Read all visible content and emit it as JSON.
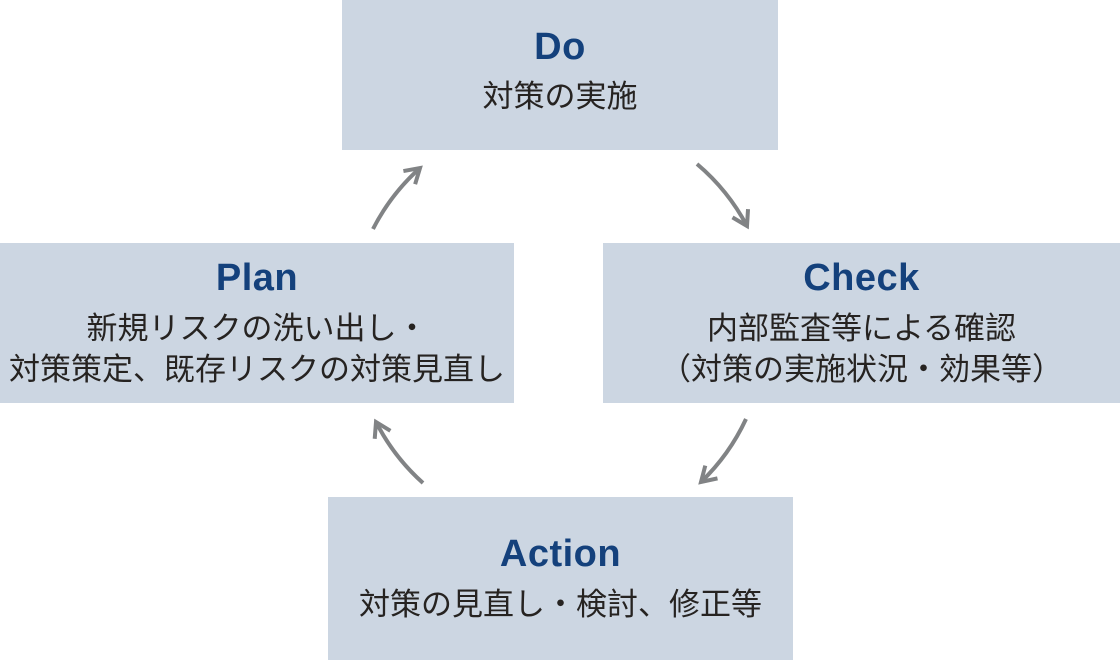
{
  "diagram": {
    "type": "cycle",
    "nodes": {
      "do": {
        "title": "Do",
        "line1": "対策の実施"
      },
      "plan": {
        "title": "Plan",
        "line1": "新規リスクの洗い出し・",
        "line2": "対策策定、既存リスクの対策見直し"
      },
      "check": {
        "title": "Check",
        "line1": "内部監査等による確認",
        "line2": "（対策の実施状況・効果等）"
      },
      "action": {
        "title": "Action",
        "line1": "対策の見直し・検討、修正等"
      }
    },
    "arrows": [
      {
        "from": "Plan",
        "to": "Do"
      },
      {
        "from": "Do",
        "to": "Check"
      },
      {
        "from": "Check",
        "to": "Action"
      },
      {
        "from": "Action",
        "to": "Plan"
      }
    ],
    "colors": {
      "page_bg": "#ffffff",
      "box_bg": "#ccd6e2",
      "title_text": "#14417c",
      "body_text": "#262321",
      "arrow": "#818385"
    }
  }
}
